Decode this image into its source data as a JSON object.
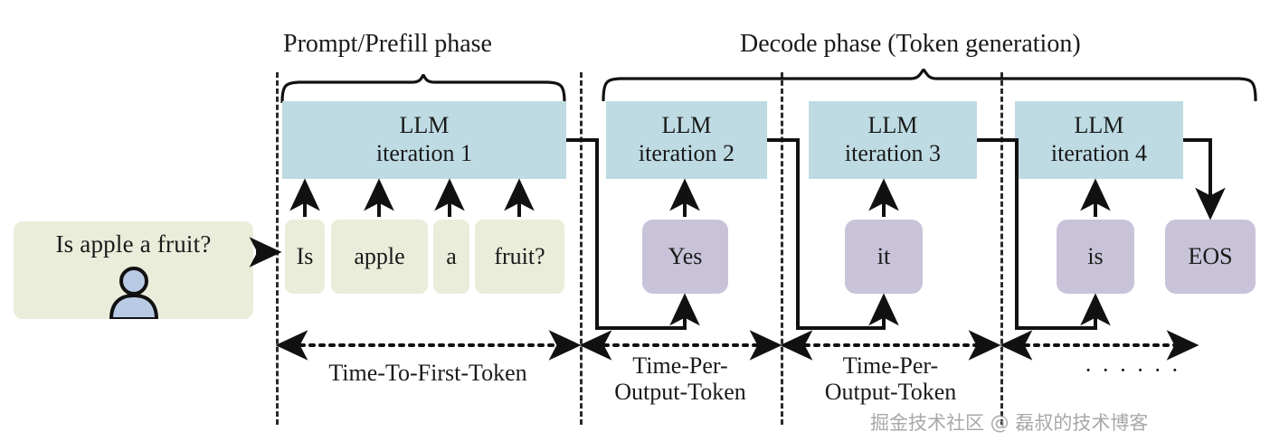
{
  "diagram": {
    "title": "LLM inference phases timeline",
    "colors": {
      "llm_box": "#bedbe3",
      "input_token_box": "#e9edda",
      "output_token_box": "#c9c3d9",
      "prompt_box": "#e9edda",
      "line": "#1a1a1a",
      "watermark": "#9a9a9a"
    }
  },
  "prompt": {
    "text": "Is apple a fruit?",
    "avatar_icon": "person-icon"
  },
  "phases": [
    {
      "id": "prefill",
      "label": "Prompt/Prefill phase"
    },
    {
      "id": "decode",
      "label": "Decode phase (Token generation)"
    }
  ],
  "iterations": [
    {
      "line1": "LLM",
      "line2": "iteration 1"
    },
    {
      "line1": "LLM",
      "line2": "iteration 2"
    },
    {
      "line1": "LLM",
      "line2": "iteration 3"
    },
    {
      "line1": "LLM",
      "line2": "iteration 4"
    }
  ],
  "input_tokens": [
    {
      "text": "Is"
    },
    {
      "text": "apple"
    },
    {
      "text": "a"
    },
    {
      "text": "fruit?"
    }
  ],
  "output_tokens": [
    {
      "text": "Yes"
    },
    {
      "text": "it"
    },
    {
      "text": "is"
    },
    {
      "text": "EOS"
    }
  ],
  "measures": [
    {
      "id": "ttft",
      "line1": "Time-To-First-Token",
      "line2": ""
    },
    {
      "id": "tpot1",
      "line1": "Time-Per-",
      "line2": "Output-Token"
    },
    {
      "id": "tpot2",
      "line1": "Time-Per-",
      "line2": "Output-Token"
    },
    {
      "id": "more",
      "line1": "· · ·  · · ·",
      "line2": ""
    }
  ],
  "watermark": {
    "text": "掘金技术社区 @ 磊叔的技术博客"
  }
}
